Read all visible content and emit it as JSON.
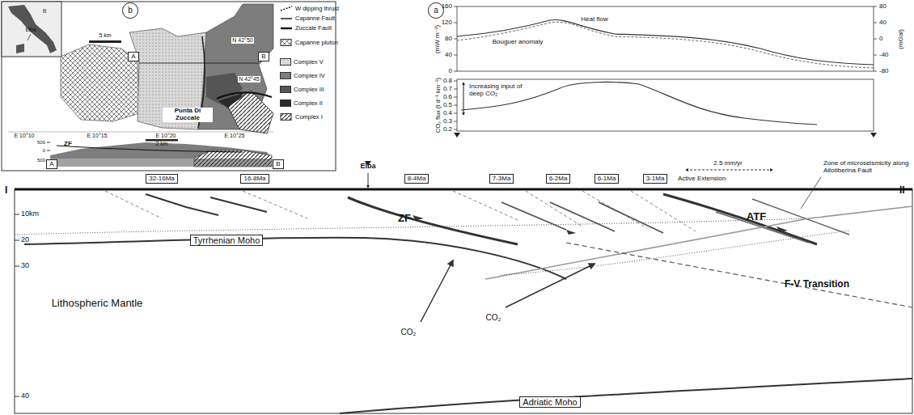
{
  "diagram": {
    "nodes": [
      {
        "text": [
          "b"
        ]
      },
      {
        "text": [
          "A"
        ]
      },
      {
        "text": [
          "B"
        ]
      },
      {
        "text": [
          "A"
        ]
      },
      {
        "text": [
          "B"
        ]
      },
      {
        "text": [
          "a"
        ]
      },
      {
        "text": [
          "32-16Ma"
        ]
      },
      {
        "text": [
          "16-8Ma"
        ]
      },
      {
        "text": [
          "8-4Ma"
        ]
      },
      {
        "text": [
          "7-3Ma"
        ]
      },
      {
        "text": [
          "6-2Ma"
        ]
      },
      {
        "text": [
          "6-1Ma"
        ]
      },
      {
        "text": [
          "3-1Ma"
        ]
      },
      {
        "text": [
          "Tyrrhenian Moho"
        ]
      },
      {
        "text": [
          "Adriatic Moho"
        ]
      }
    ],
    "labels": [
      "It",
      "Elba",
      "5 km",
      "N 42°50",
      "N 42°45",
      "E 10°10",
      "E 10°15",
      "E 10°20",
      "E 10°25",
      "Punta Di Zuccale",
      "500",
      "0",
      "500",
      "ZF",
      "2 km",
      "160",
      "120",
      "80",
      "40",
      "0",
      "(mW m⁻²)",
      "80",
      "40",
      "0",
      "-40",
      "-80",
      "(mGal)",
      "Heat flow",
      "Bouguer anomaly",
      "0.8",
      "0.7",
      "0.6",
      "0.5",
      "0.4",
      "0.3",
      "0.2",
      "CO₂ flux (t d⁻¹ km⁻²)",
      "Increasing input of deep CO₂",
      "I",
      "II",
      "Elba",
      "Active Extension",
      "2.5 mm/yr",
      "Zone of microseismicity along Altotiberina Fault",
      "ZF",
      "ATF",
      "10km",
      "20",
      "30",
      "40",
      "Lithospheric Mantle",
      "CO₂",
      "CO₂",
      "F-V Transition"
    ],
    "legend": [
      {
        "text": "W dipping thrust"
      },
      {
        "text": "Capanne Fault"
      },
      {
        "text": "Zuccale Fault"
      },
      {
        "text": "Capanne pluton"
      },
      {
        "text": "Complex V",
        "color": "#d9d9d9"
      },
      {
        "text": "Complex IV",
        "color": "#7d7d7d"
      },
      {
        "text": "Complex III",
        "color": "#555555"
      },
      {
        "text": "Complex II",
        "color": "#2b2b2b"
      },
      {
        "text": "Complex I"
      }
    ]
  }
}
